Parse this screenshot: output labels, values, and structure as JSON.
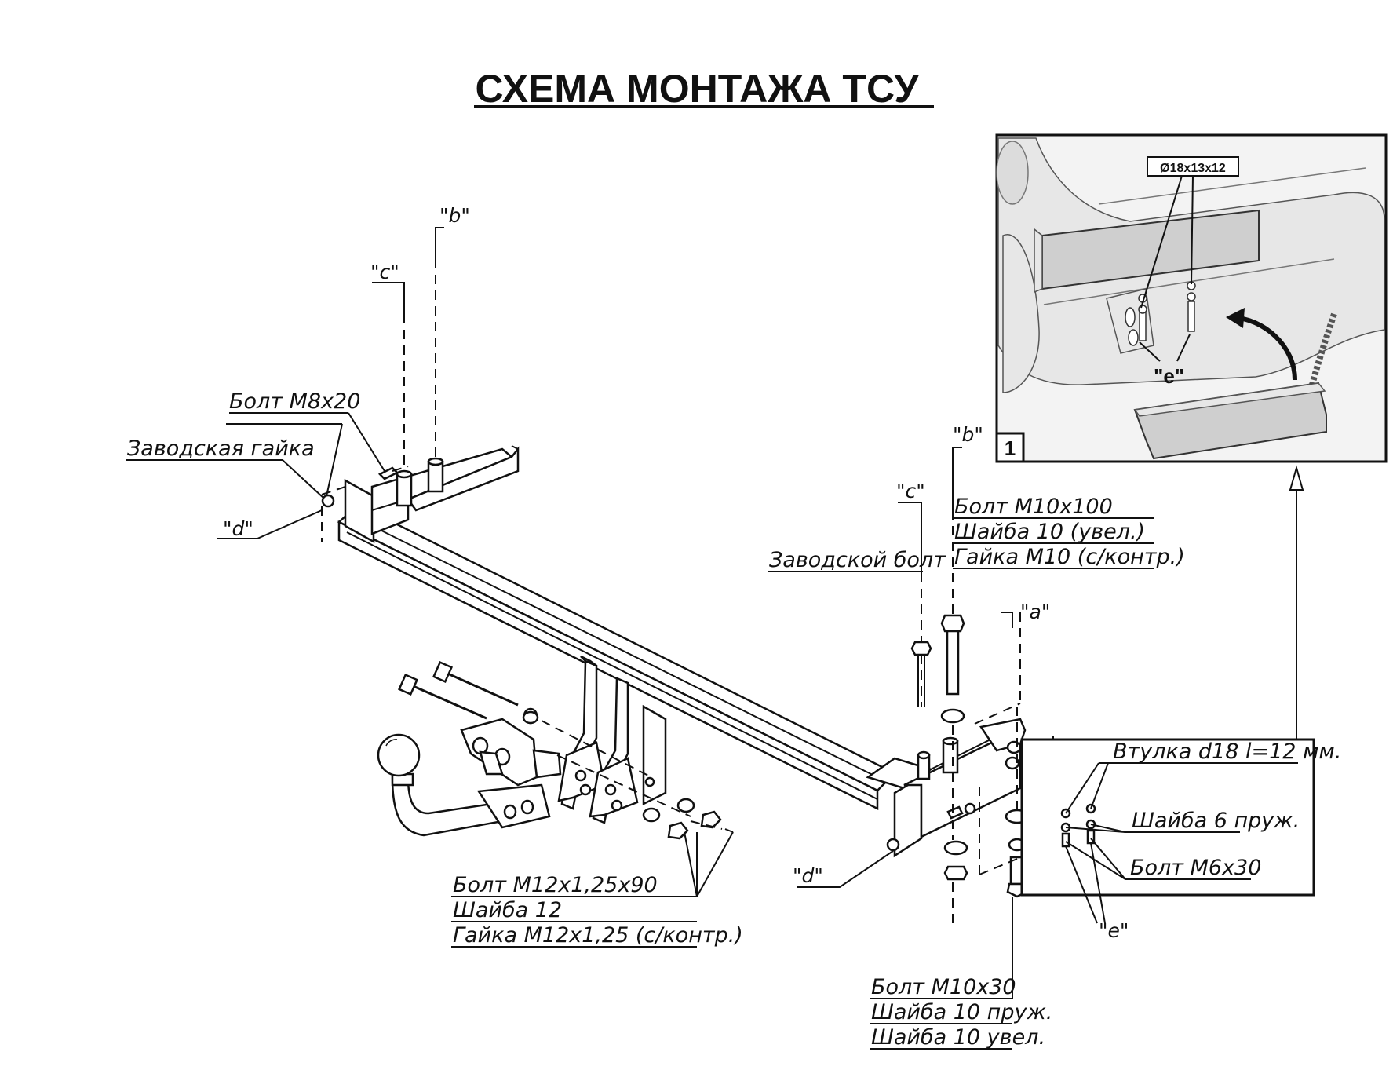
{
  "title": "СХЕМА МОНТАЖА ТСУ",
  "left_side": {
    "label_b": "\"b\"",
    "label_c": "\"c\"",
    "label_d": "\"d\"",
    "bolt": "Болт М8х20",
    "factory_nut": "Заводская гайка"
  },
  "ball_mount_fasteners": [
    "Болт М12х1,25х90",
    "Шайба 12",
    "Гайка М12х1,25 (с/контр.)"
  ],
  "right_side": {
    "label_b": "\"b\"",
    "label_c": "\"c\"",
    "label_a": "\"a\"",
    "label_d": "\"d\"",
    "factory_bolt": "Заводской болт",
    "fasteners_b": [
      "Болт М10х100",
      "Шайба 10 (увел.)",
      "Гайка М10 (с/контр.)"
    ],
    "fasteners_bottom": [
      "Болт  М10х30",
      "Шайба 10 пруж.",
      "Шайба 10 увел."
    ],
    "ref_1": "1"
  },
  "detail_box": {
    "items": [
      "Втулка d18 l=12 мм.",
      "Шайба 6 пруж.",
      "Болт М6х30"
    ],
    "label_e": "\"e\""
  },
  "inset": {
    "number": "1",
    "dimension": "Ø18x13x12",
    "label_e": "\"e\""
  }
}
